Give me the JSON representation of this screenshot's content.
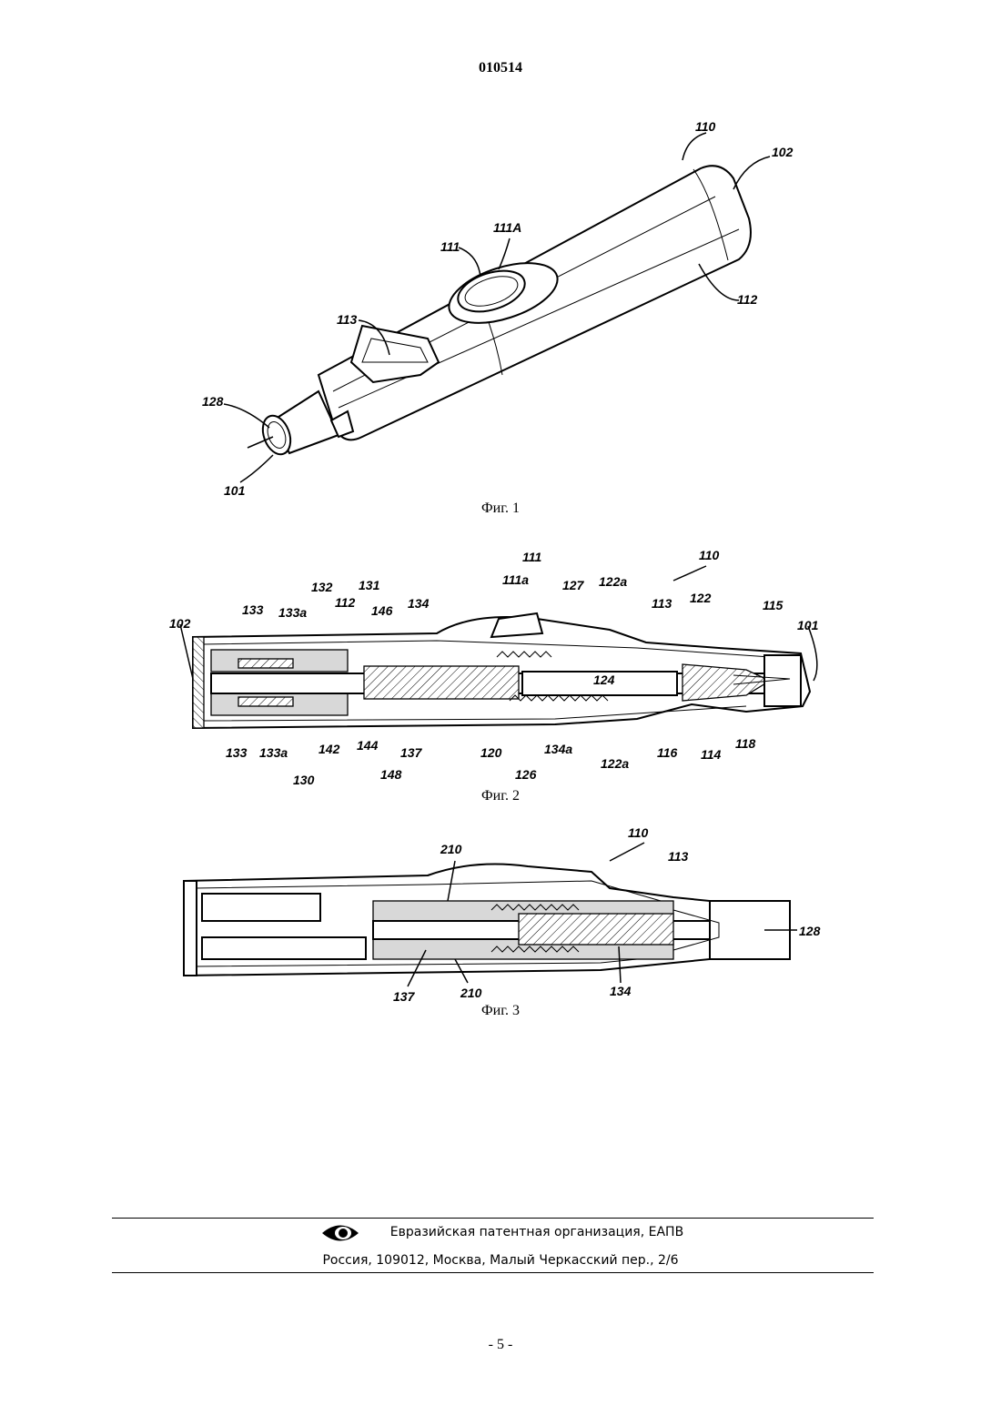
{
  "header": {
    "doc_number": "010514"
  },
  "figures": [
    {
      "caption": "Фиг. 1",
      "labels": [
        "110",
        "102",
        "111A",
        "111",
        "112",
        "113",
        "128",
        "101"
      ]
    },
    {
      "caption": "Фиг. 2",
      "labels": [
        "111",
        "110",
        "111a",
        "127",
        "122a",
        "122",
        "113",
        "115",
        "101",
        "102",
        "132",
        "131",
        "133",
        "133a",
        "112",
        "146",
        "134",
        "124",
        "133",
        "133a",
        "142",
        "144",
        "137",
        "120",
        "126",
        "134a",
        "122a",
        "116",
        "114",
        "118",
        "130",
        "148"
      ]
    },
    {
      "caption": "Фиг. 3",
      "labels": [
        "110",
        "210",
        "113",
        "128",
        "137",
        "210",
        "134"
      ]
    }
  ],
  "footer": {
    "organization": "Евразийская патентная организация, ЕАПВ",
    "address": "Россия, 109012, Москва, Малый Черкасский пер., 2/6",
    "logo_icon": "eye-icon"
  },
  "page_number": "- 5 -"
}
